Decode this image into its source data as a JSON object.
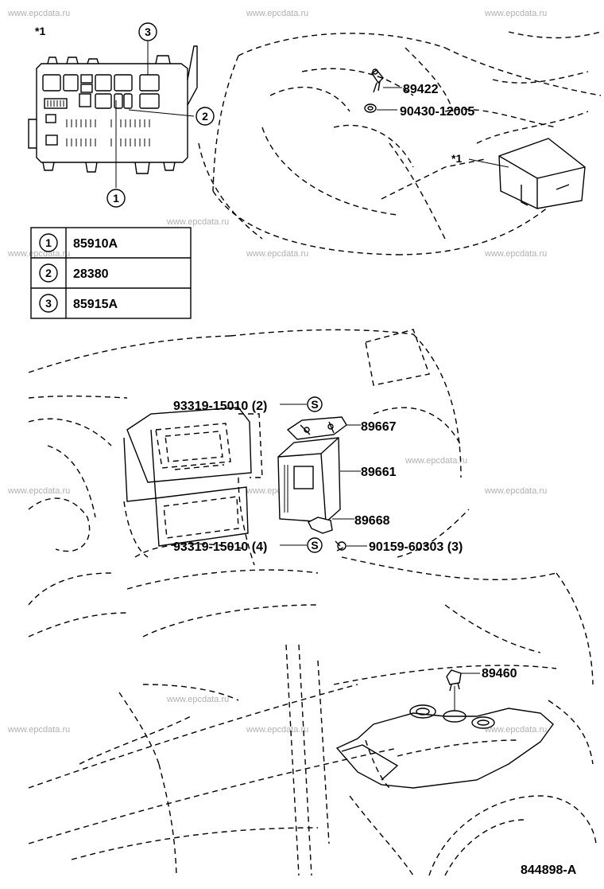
{
  "watermark": "www.epcdata.ru",
  "asterisk_label": "*1",
  "legend": [
    {
      "ref": "1",
      "part": "85910A"
    },
    {
      "ref": "2",
      "part": "28380"
    },
    {
      "ref": "3",
      "part": "85915A"
    }
  ],
  "callouts": {
    "c89422": "89422",
    "c9043012005": "90430-12005",
    "c89667": "89667",
    "c89661": "89661",
    "c89668": "89668",
    "c9331915010_2": "93319-15010 (2)",
    "c9331915010_4": "93319-15010 (4)",
    "c9015960303": "90159-60303 (3)",
    "c89460": "89460",
    "s_mark": "S"
  },
  "diagram_id": "844898-A"
}
